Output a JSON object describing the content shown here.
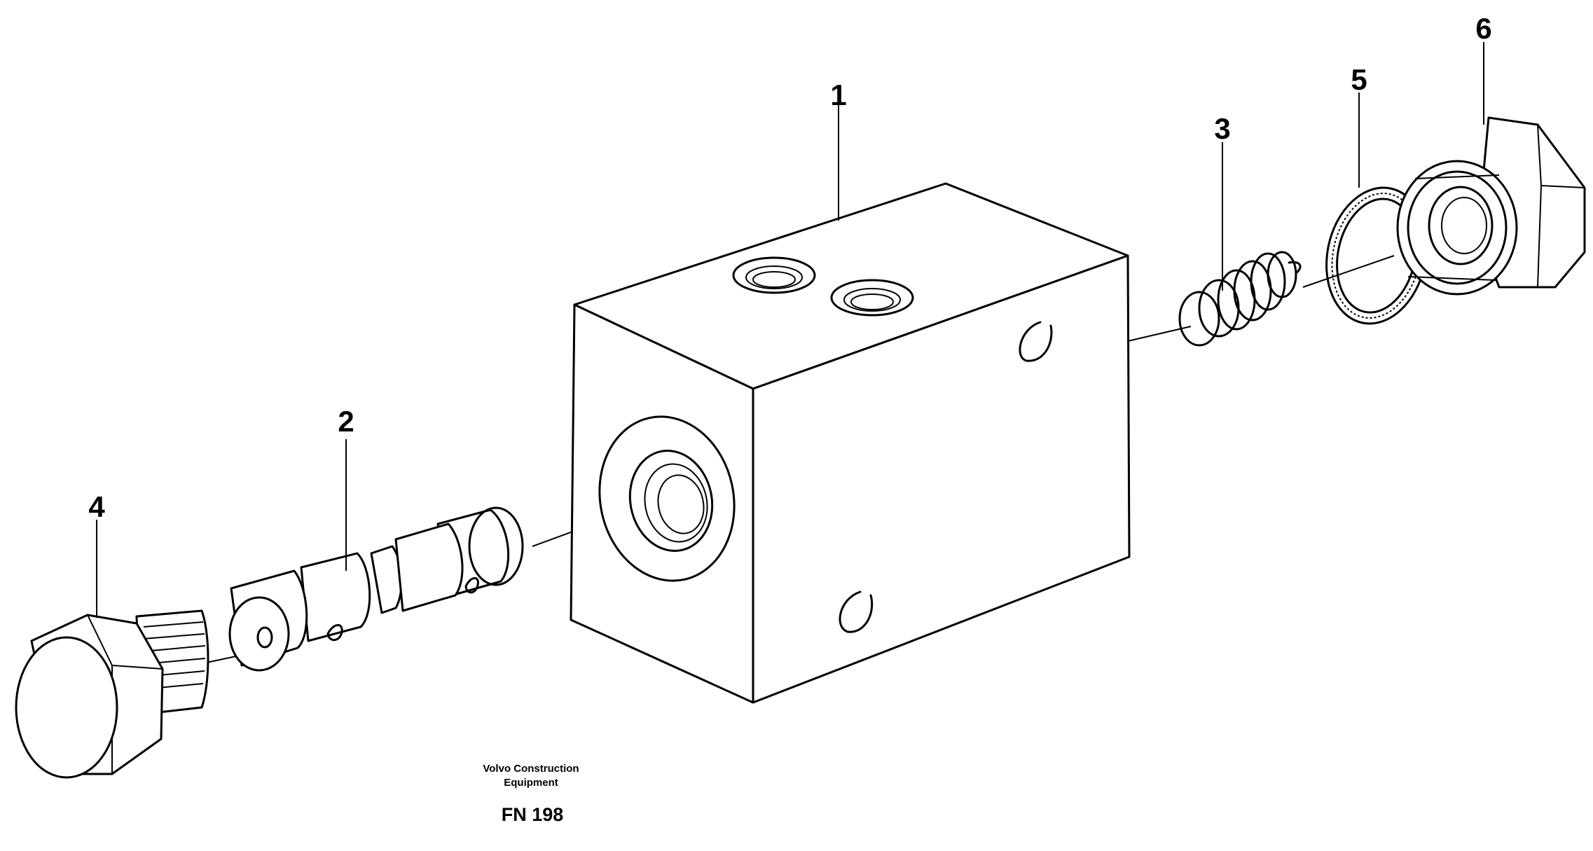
{
  "callouts": {
    "c1": "1",
    "c2": "2",
    "c3": "3",
    "c4": "4",
    "c5": "5",
    "c6": "6"
  },
  "credit": {
    "line1": "Volvo Construction",
    "line2": "Equipment"
  },
  "figure_number": "FN 198"
}
